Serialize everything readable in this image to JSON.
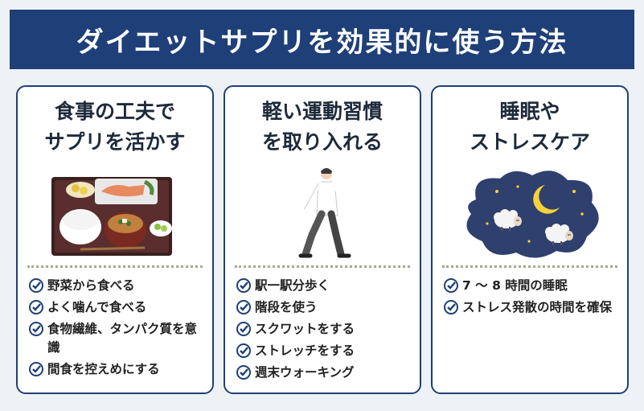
{
  "banner": {
    "title": "ダイエットサプリを効果的に使う方法"
  },
  "cards": [
    {
      "title_lines": [
        "食事の工夫で",
        "サプリを活かす"
      ],
      "illustration_icon": "japanese-meal-tray-icon",
      "items": [
        "野菜から食べる",
        "よく噛んで食べる",
        "食物繊維、タンパク質を意識",
        "間食を控えめにする"
      ]
    },
    {
      "title_lines": [
        "軽い運動習慣",
        "を取り入れる"
      ],
      "illustration_icon": "walking-man-icon",
      "items": [
        "駅一駅分歩く",
        "階段を使う",
        "スクワットをする",
        "ストレッチをする",
        "週末ウォーキング"
      ]
    },
    {
      "title_lines": [
        "睡眠や",
        "ストレスケア"
      ],
      "illustration_icon": "night-sky-sheep-icon",
      "items": [
        "7 ～ 8 時間の睡眠",
        "ストレス発散の時間を確保"
      ]
    }
  ],
  "colors": {
    "navy": "#1f3f78",
    "check": "#1f3f78",
    "background": "#eef1f5"
  }
}
